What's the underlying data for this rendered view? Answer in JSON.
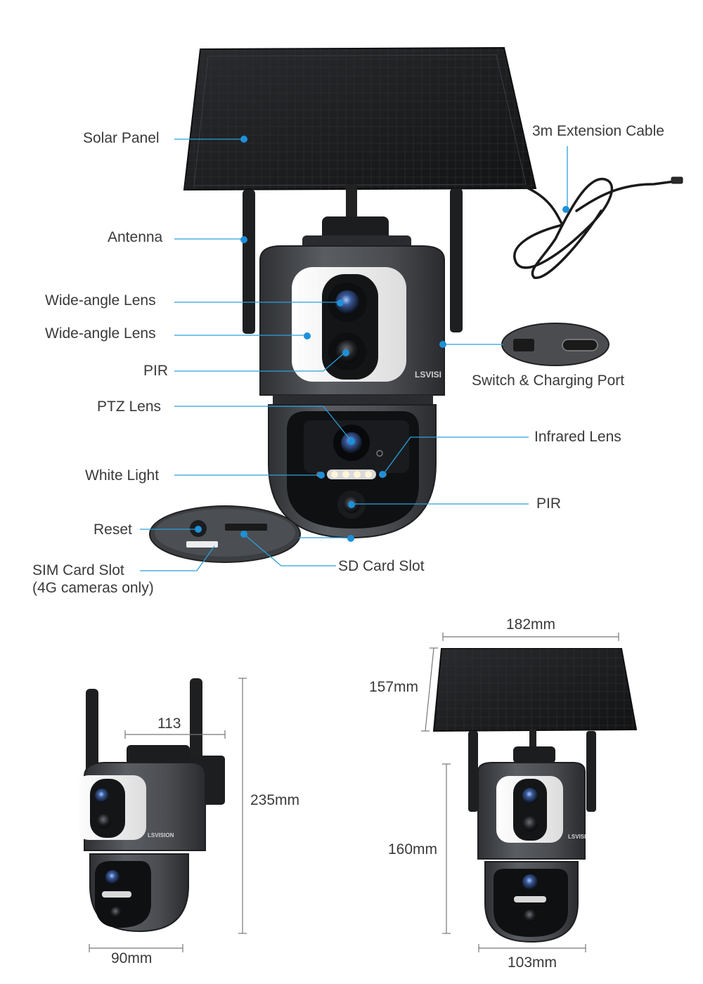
{
  "callouts": {
    "solar_panel": "Solar Panel",
    "extension_cable": "3m Extension Cable",
    "antenna": "Antenna",
    "wide_angle_lens_1": "Wide-angle Lens",
    "wide_angle_lens_2": "Wide-angle Lens",
    "pir_top": "PIR",
    "switch_port": "Switch & Charging Port",
    "ptz_lens": "PTZ Lens",
    "infrared_lens": "Infrared Lens",
    "white_light": "White Light",
    "pir_bottom": "PIR",
    "reset": "Reset",
    "sd_card_slot": "SD Card Slot",
    "sim_card_slot": "SIM Card Slot",
    "sim_card_note": "(4G cameras only)"
  },
  "brand": {
    "name_main": "LSVISI",
    "name_side": "LSVISI",
    "name_small": "LSVISION"
  },
  "dimensions": {
    "side_depth": "113",
    "side_height": "235mm",
    "side_width": "90mm",
    "panel_width": "182mm",
    "panel_height": "157mm",
    "body_height": "160mm",
    "body_width": "103mm"
  },
  "colors": {
    "accent": "#1e90d8",
    "leader": "#2aa0dc",
    "body": "#4a4c50",
    "panel": "#1a1b1d",
    "dim_line": "#777777"
  }
}
